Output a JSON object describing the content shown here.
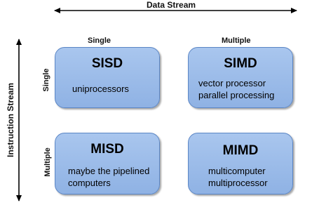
{
  "axes": {
    "data_stream": "Data Stream",
    "instruction_stream": "Instruction Stream"
  },
  "columns": {
    "single": "Single",
    "multiple": "Multiple"
  },
  "rows": {
    "single": "Single",
    "multiple": "Multiple"
  },
  "cells": {
    "sisd": {
      "title": "SISD",
      "line1": "uniprocessors",
      "line2": ""
    },
    "simd": {
      "title": "SIMD",
      "line1": "vector processor",
      "line2": "parallel processing"
    },
    "misd": {
      "title": "MISD",
      "line1": "maybe the pipelined",
      "line2": "computers"
    },
    "mimd": {
      "title": "MIMD",
      "line1": "multicomputer",
      "line2": "multiprocessor"
    }
  },
  "colors": {
    "box_fill": "#8fb2e4",
    "box_border": "#5b86c5"
  }
}
